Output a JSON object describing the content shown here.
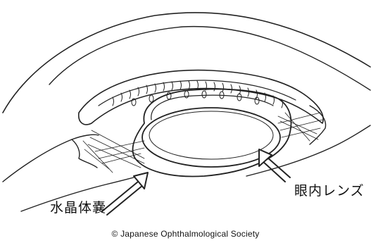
{
  "labels": {
    "intraocular_lens": "眼内レンズ",
    "lens_capsule": "水晶体嚢"
  },
  "credit": "© Japanese Ophthalmological Society"
}
